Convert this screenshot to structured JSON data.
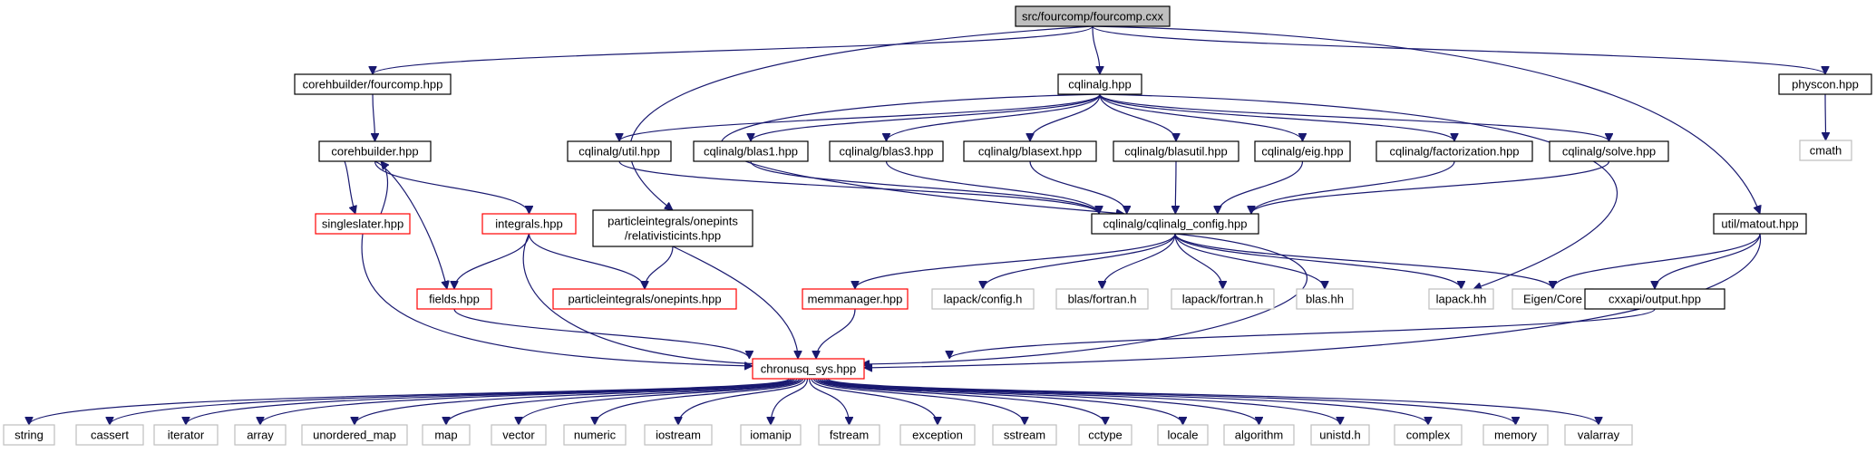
{
  "colors": {
    "edge": "#191970",
    "root_fill": "#bfbfbf",
    "normal_border": "#000000",
    "truncated_border": "#ff0000",
    "external_border": "#bfbfbf",
    "external_text": "#8a8a8a",
    "background": "#ffffff"
  },
  "nodes": {
    "root": {
      "lines": [
        "src/fourcomp/fourcomp.cxx"
      ],
      "kind": "root"
    },
    "corehb_four": {
      "lines": [
        "corehbuilder/fourcomp.hpp"
      ],
      "kind": "normal"
    },
    "cqlinalg": {
      "lines": [
        "cqlinalg.hpp"
      ],
      "kind": "normal"
    },
    "physcon": {
      "lines": [
        "physcon.hpp"
      ],
      "kind": "normal"
    },
    "cmath": {
      "lines": [
        "cmath"
      ],
      "kind": "external"
    },
    "corehbuilder": {
      "lines": [
        "corehbuilder.hpp"
      ],
      "kind": "normal"
    },
    "util_cq": {
      "lines": [
        "cqlinalg/util.hpp"
      ],
      "kind": "normal"
    },
    "blas1": {
      "lines": [
        "cqlinalg/blas1.hpp"
      ],
      "kind": "normal"
    },
    "blas3": {
      "lines": [
        "cqlinalg/blas3.hpp"
      ],
      "kind": "normal"
    },
    "blasext": {
      "lines": [
        "cqlinalg/blasext.hpp"
      ],
      "kind": "normal"
    },
    "blasutil": {
      "lines": [
        "cqlinalg/blasutil.hpp"
      ],
      "kind": "normal"
    },
    "eig": {
      "lines": [
        "cqlinalg/eig.hpp"
      ],
      "kind": "normal"
    },
    "factorization": {
      "lines": [
        "cqlinalg/factorization.hpp"
      ],
      "kind": "normal"
    },
    "solve": {
      "lines": [
        "cqlinalg/solve.hpp"
      ],
      "kind": "normal"
    },
    "singleslater": {
      "lines": [
        "singleslater.hpp"
      ],
      "kind": "truncated"
    },
    "integrals": {
      "lines": [
        "integrals.hpp"
      ],
      "kind": "truncated"
    },
    "relints": {
      "lines": [
        "particleintegrals/onepints",
        "/relativisticints.hpp"
      ],
      "kind": "normal"
    },
    "cqconfig": {
      "lines": [
        "cqlinalg/cqlinalg_config.hpp"
      ],
      "kind": "normal"
    },
    "matout": {
      "lines": [
        "util/matout.hpp"
      ],
      "kind": "normal"
    },
    "fields": {
      "lines": [
        "fields.hpp"
      ],
      "kind": "truncated"
    },
    "onepints": {
      "lines": [
        "particleintegrals/onepints.hpp"
      ],
      "kind": "truncated"
    },
    "memmanager": {
      "lines": [
        "memmanager.hpp"
      ],
      "kind": "truncated"
    },
    "lapack_config": {
      "lines": [
        "lapack/config.h"
      ],
      "kind": "external"
    },
    "blas_fortran": {
      "lines": [
        "blas/fortran.h"
      ],
      "kind": "external"
    },
    "lapack_fortran": {
      "lines": [
        "lapack/fortran.h"
      ],
      "kind": "external"
    },
    "blas_hh": {
      "lines": [
        "blas.hh"
      ],
      "kind": "external"
    },
    "lapack_hh": {
      "lines": [
        "lapack.hh"
      ],
      "kind": "external"
    },
    "eigen_core": {
      "lines": [
        "Eigen/Core"
      ],
      "kind": "external"
    },
    "cxxapi_output": {
      "lines": [
        "cxxapi/output.hpp"
      ],
      "kind": "normal"
    },
    "chronusq_sys": {
      "lines": [
        "chronusq_sys.hpp"
      ],
      "kind": "truncated"
    },
    "string": {
      "lines": [
        "string"
      ],
      "kind": "external"
    },
    "cassert": {
      "lines": [
        "cassert"
      ],
      "kind": "external"
    },
    "iterator": {
      "lines": [
        "iterator"
      ],
      "kind": "external"
    },
    "array": {
      "lines": [
        "array"
      ],
      "kind": "external"
    },
    "unordered_map": {
      "lines": [
        "unordered_map"
      ],
      "kind": "external"
    },
    "map": {
      "lines": [
        "map"
      ],
      "kind": "external"
    },
    "vector": {
      "lines": [
        "vector"
      ],
      "kind": "external"
    },
    "numeric": {
      "lines": [
        "numeric"
      ],
      "kind": "external"
    },
    "iostream": {
      "lines": [
        "iostream"
      ],
      "kind": "external"
    },
    "iomanip": {
      "lines": [
        "iomanip"
      ],
      "kind": "external"
    },
    "fstream": {
      "lines": [
        "fstream"
      ],
      "kind": "external"
    },
    "exception": {
      "lines": [
        "exception"
      ],
      "kind": "external"
    },
    "sstream": {
      "lines": [
        "sstream"
      ],
      "kind": "external"
    },
    "cctype": {
      "lines": [
        "cctype"
      ],
      "kind": "external"
    },
    "locale": {
      "lines": [
        "locale"
      ],
      "kind": "external"
    },
    "algorithm": {
      "lines": [
        "algorithm"
      ],
      "kind": "external"
    },
    "unistd": {
      "lines": [
        "unistd.h"
      ],
      "kind": "external"
    },
    "complex": {
      "lines": [
        "complex"
      ],
      "kind": "external"
    },
    "memory": {
      "lines": [
        "memory"
      ],
      "kind": "external"
    },
    "valarray": {
      "lines": [
        "valarray"
      ],
      "kind": "external"
    }
  },
  "edges": [
    [
      "root",
      "corehb_four"
    ],
    [
      "root",
      "cqlinalg"
    ],
    [
      "root",
      "physcon"
    ],
    [
      "root",
      "relints"
    ],
    [
      "root",
      "matout"
    ],
    [
      "corehb_four",
      "corehbuilder"
    ],
    [
      "physcon",
      "cmath"
    ],
    [
      "corehbuilder",
      "singleslater"
    ],
    [
      "singleslater",
      "corehbuilder"
    ],
    [
      "corehbuilder",
      "integrals"
    ],
    [
      "corehbuilder",
      "fields"
    ],
    [
      "cqlinalg",
      "util_cq"
    ],
    [
      "cqlinalg",
      "blas1"
    ],
    [
      "cqlinalg",
      "blas3"
    ],
    [
      "cqlinalg",
      "blasext"
    ],
    [
      "cqlinalg",
      "blasutil"
    ],
    [
      "cqlinalg",
      "eig"
    ],
    [
      "cqlinalg",
      "factorization"
    ],
    [
      "cqlinalg",
      "solve"
    ],
    [
      "cqlinalg",
      "cqconfig"
    ],
    [
      "cqlinalg",
      "lapack_hh"
    ],
    [
      "util_cq",
      "cqconfig"
    ],
    [
      "blas1",
      "cqconfig"
    ],
    [
      "blas3",
      "cqconfig"
    ],
    [
      "blasext",
      "cqconfig"
    ],
    [
      "blasutil",
      "cqconfig"
    ],
    [
      "eig",
      "cqconfig"
    ],
    [
      "factorization",
      "cqconfig"
    ],
    [
      "solve",
      "cqconfig"
    ],
    [
      "cqconfig",
      "memmanager"
    ],
    [
      "cqconfig",
      "lapack_config"
    ],
    [
      "cqconfig",
      "blas_fortran"
    ],
    [
      "cqconfig",
      "lapack_fortran"
    ],
    [
      "cqconfig",
      "blas_hh"
    ],
    [
      "cqconfig",
      "lapack_hh"
    ],
    [
      "cqconfig",
      "eigen_core"
    ],
    [
      "cqconfig",
      "chronusq_sys"
    ],
    [
      "integrals",
      "fields"
    ],
    [
      "integrals",
      "onepints"
    ],
    [
      "integrals",
      "chronusq_sys"
    ],
    [
      "relints",
      "onepints"
    ],
    [
      "relints",
      "chronusq_sys"
    ],
    [
      "singleslater",
      "chronusq_sys"
    ],
    [
      "fields",
      "chronusq_sys"
    ],
    [
      "memmanager",
      "chronusq_sys"
    ],
    [
      "matout",
      "eigen_core"
    ],
    [
      "matout",
      "cxxapi_output"
    ],
    [
      "matout",
      "chronusq_sys"
    ],
    [
      "cxxapi_output",
      "chronusq_sys"
    ],
    [
      "chronusq_sys",
      "string"
    ],
    [
      "chronusq_sys",
      "cassert"
    ],
    [
      "chronusq_sys",
      "iterator"
    ],
    [
      "chronusq_sys",
      "array"
    ],
    [
      "chronusq_sys",
      "unordered_map"
    ],
    [
      "chronusq_sys",
      "map"
    ],
    [
      "chronusq_sys",
      "vector"
    ],
    [
      "chronusq_sys",
      "numeric"
    ],
    [
      "chronusq_sys",
      "iostream"
    ],
    [
      "chronusq_sys",
      "iomanip"
    ],
    [
      "chronusq_sys",
      "fstream"
    ],
    [
      "chronusq_sys",
      "exception"
    ],
    [
      "chronusq_sys",
      "sstream"
    ],
    [
      "chronusq_sys",
      "cctype"
    ],
    [
      "chronusq_sys",
      "locale"
    ],
    [
      "chronusq_sys",
      "algorithm"
    ],
    [
      "chronusq_sys",
      "unistd"
    ],
    [
      "chronusq_sys",
      "complex"
    ],
    [
      "chronusq_sys",
      "memory"
    ],
    [
      "chronusq_sys",
      "valarray"
    ]
  ]
}
